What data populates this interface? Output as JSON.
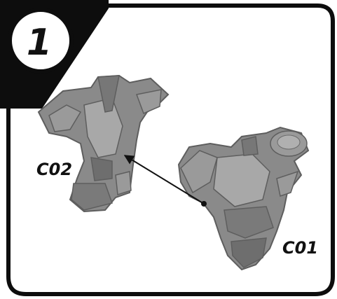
{
  "step": {
    "number": "1"
  },
  "parts": [
    {
      "code": "C02"
    },
    {
      "code": "C01"
    }
  ],
  "colors": {
    "frame": "#0d0d0d",
    "badge_fill": "#ffffff",
    "part_gray": "#8a8a8a",
    "part_dark": "#5e5e5e",
    "part_light": "#a8a8a8",
    "arrow": "#111111"
  }
}
